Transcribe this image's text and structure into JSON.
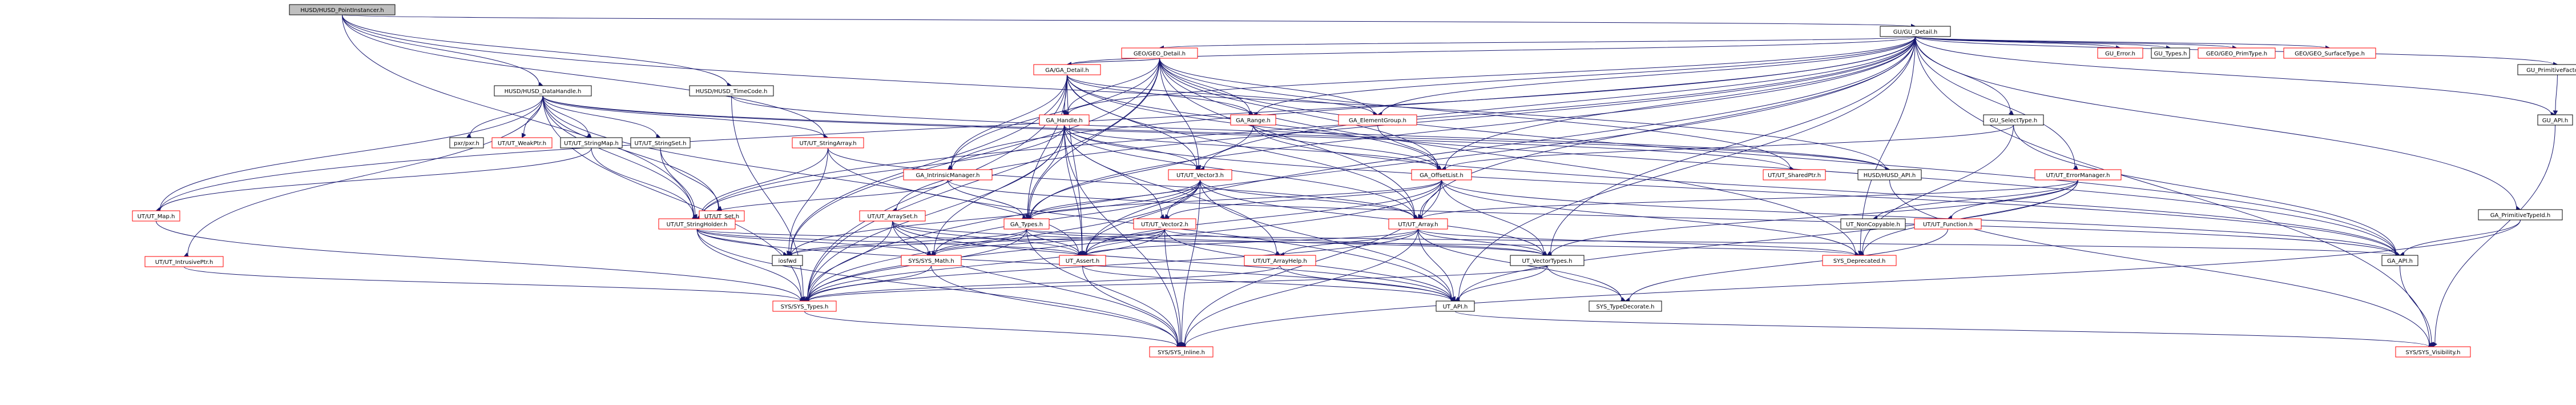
{
  "graph_title": "HUSD/HUSD_PointInstancer.h",
  "colors": {
    "edge": "#191970",
    "root_fill": "#bfbfbf",
    "node_fill": "#ffffff",
    "node_border": "#000000",
    "truncated_border": "#ff0000"
  },
  "nodes": [
    {
      "id": "n0",
      "label": "HUSD/HUSD_PointInstancer.h",
      "root": true
    },
    {
      "id": "n1",
      "label": "GU/GU_Detail.h"
    },
    {
      "id": "n2",
      "label": "HUSD/HUSD_DataHandle.h"
    },
    {
      "id": "n3",
      "label": "HUSD/HUSD_TimeCode.h"
    },
    {
      "id": "n4",
      "label": "GEO/GEO_Detail.h",
      "truncated": true
    },
    {
      "id": "n5",
      "label": "GU_Error.h",
      "truncated": true
    },
    {
      "id": "n6",
      "label": "GU_Types.h"
    },
    {
      "id": "n7",
      "label": "GEO/GEO_PrimType.h",
      "truncated": true
    },
    {
      "id": "n8",
      "label": "GEO/GEO_SurfaceType.h",
      "truncated": true
    },
    {
      "id": "n9",
      "label": "GU_PrimitiveFactory.h"
    },
    {
      "id": "n10",
      "label": "GU_API.h"
    },
    {
      "id": "n11",
      "label": "GA/GA_Detail.h",
      "truncated": true
    },
    {
      "id": "n12",
      "label": "GU_SelectType.h"
    },
    {
      "id": "n13",
      "label": "GA_ElementGroup.h",
      "truncated": true
    },
    {
      "id": "n14",
      "label": "GA_Range.h",
      "truncated": true
    },
    {
      "id": "n15",
      "label": "GA_Handle.h",
      "truncated": true
    },
    {
      "id": "n16",
      "label": "GA_IntrinsicManager.h",
      "truncated": true
    },
    {
      "id": "n17",
      "label": "UT/UT_Vector3.h",
      "truncated": true
    },
    {
      "id": "n18",
      "label": "GA_OffsetList.h",
      "truncated": true
    },
    {
      "id": "n19",
      "label": "UT/UT_SharedPtr.h",
      "truncated": true
    },
    {
      "id": "n20",
      "label": "HUSD/HUSD_API.h"
    },
    {
      "id": "n21",
      "label": "UT/UT_ErrorManager.h",
      "truncated": true
    },
    {
      "id": "n22",
      "label": "GA_PrimitiveTypeId.h"
    },
    {
      "id": "n23",
      "label": "UT/UT_ArraySet.h",
      "truncated": true
    },
    {
      "id": "n24",
      "label": "UT/UT_StringArray.h",
      "truncated": true
    },
    {
      "id": "n25",
      "label": "pxr/pxr.h"
    },
    {
      "id": "n26",
      "label": "UT/UT_WeakPtr.h",
      "truncated": true
    },
    {
      "id": "n27",
      "label": "UT/UT_StringMap.h"
    },
    {
      "id": "n28",
      "label": "UT/UT_StringSet.h"
    },
    {
      "id": "n29",
      "label": "UT/UT_Map.h",
      "truncated": true
    },
    {
      "id": "n30",
      "label": "UT/UT_Set.h",
      "truncated": true
    },
    {
      "id": "n31",
      "label": "UT/UT_StringHolder.h",
      "truncated": true
    },
    {
      "id": "n32",
      "label": "GA_Types.h",
      "truncated": true
    },
    {
      "id": "n33",
      "label": "UT/UT_Vector2.h",
      "truncated": true
    },
    {
      "id": "n34",
      "label": "UT/UT_Array.h",
      "truncated": true
    },
    {
      "id": "n35",
      "label": "UT_NonCopyable.h"
    },
    {
      "id": "n36",
      "label": "UT/UT_Function.h",
      "truncated": true
    },
    {
      "id": "n37",
      "label": "UT/UT_IntrusivePtr.h",
      "truncated": true
    },
    {
      "id": "n38",
      "label": "iosfwd"
    },
    {
      "id": "n39",
      "label": "SYS/SYS_Math.h",
      "truncated": true
    },
    {
      "id": "n40",
      "label": "UT_Assert.h",
      "truncated": true
    },
    {
      "id": "n41",
      "label": "UT/UT_ArrayHelp.h",
      "truncated": true
    },
    {
      "id": "n42",
      "label": "UT_VectorTypes.h"
    },
    {
      "id": "n43",
      "label": "SYS_Deprecated.h",
      "truncated": true
    },
    {
      "id": "n44",
      "label": "GA_API.h"
    },
    {
      "id": "n45",
      "label": "SYS/SYS_Types.h",
      "truncated": true
    },
    {
      "id": "n46",
      "label": "UT_API.h"
    },
    {
      "id": "n47",
      "label": "SYS_TypeDecorate.h"
    },
    {
      "id": "n48",
      "label": "SYS/SYS_Inline.h",
      "truncated": true
    },
    {
      "id": "n49",
      "label": "SYS/SYS_Visibility.h",
      "truncated": true
    }
  ],
  "edges": [
    [
      "n0",
      "n1"
    ],
    [
      "n0",
      "n2"
    ],
    [
      "n0",
      "n3"
    ],
    [
      "n0",
      "n20"
    ],
    [
      "n0",
      "n24"
    ],
    [
      "n0",
      "n31"
    ],
    [
      "n1",
      "n4"
    ],
    [
      "n1",
      "n5"
    ],
    [
      "n1",
      "n6"
    ],
    [
      "n1",
      "n7"
    ],
    [
      "n1",
      "n8"
    ],
    [
      "n1",
      "n9"
    ],
    [
      "n1",
      "n10"
    ],
    [
      "n1",
      "n11"
    ],
    [
      "n1",
      "n12"
    ],
    [
      "n1",
      "n13"
    ],
    [
      "n1",
      "n14"
    ],
    [
      "n1",
      "n15"
    ],
    [
      "n1",
      "n16"
    ],
    [
      "n1",
      "n17"
    ],
    [
      "n1",
      "n18"
    ],
    [
      "n1",
      "n21"
    ],
    [
      "n1",
      "n22"
    ],
    [
      "n1",
      "n23"
    ],
    [
      "n1",
      "n29"
    ],
    [
      "n1",
      "n31"
    ],
    [
      "n1",
      "n32"
    ],
    [
      "n1",
      "n34"
    ],
    [
      "n1",
      "n40"
    ],
    [
      "n1",
      "n42"
    ],
    [
      "n1",
      "n43"
    ],
    [
      "n1",
      "n45"
    ],
    [
      "n1",
      "n46"
    ],
    [
      "n1",
      "n49"
    ],
    [
      "n4",
      "n11"
    ],
    [
      "n4",
      "n13"
    ],
    [
      "n4",
      "n14"
    ],
    [
      "n4",
      "n15"
    ],
    [
      "n4",
      "n16"
    ],
    [
      "n4",
      "n17"
    ],
    [
      "n4",
      "n18"
    ],
    [
      "n4",
      "n19"
    ],
    [
      "n4",
      "n32"
    ],
    [
      "n4",
      "n34"
    ],
    [
      "n4",
      "n38"
    ],
    [
      "n4",
      "n43"
    ],
    [
      "n4",
      "n44"
    ],
    [
      "n4",
      "n45"
    ],
    [
      "n9",
      "n10"
    ],
    [
      "n10",
      "n49"
    ],
    [
      "n11",
      "n13"
    ],
    [
      "n11",
      "n14"
    ],
    [
      "n11",
      "n15"
    ],
    [
      "n11",
      "n16"
    ],
    [
      "n11",
      "n17"
    ],
    [
      "n11",
      "n18"
    ],
    [
      "n11",
      "n32"
    ],
    [
      "n11",
      "n34"
    ],
    [
      "n11",
      "n38"
    ],
    [
      "n11",
      "n40"
    ],
    [
      "n11",
      "n44"
    ],
    [
      "n11",
      "n45"
    ],
    [
      "n12",
      "n18"
    ],
    [
      "n12",
      "n43"
    ],
    [
      "n12",
      "n44"
    ],
    [
      "n13",
      "n18"
    ],
    [
      "n14",
      "n18"
    ],
    [
      "n14",
      "n32"
    ],
    [
      "n14",
      "n44"
    ],
    [
      "n15",
      "n17"
    ],
    [
      "n15",
      "n18"
    ],
    [
      "n15",
      "n31"
    ],
    [
      "n15",
      "n32"
    ],
    [
      "n15",
      "n33"
    ],
    [
      "n15",
      "n34"
    ],
    [
      "n15",
      "n39"
    ],
    [
      "n15",
      "n40"
    ],
    [
      "n15",
      "n41"
    ],
    [
      "n15",
      "n44"
    ],
    [
      "n15",
      "n45"
    ],
    [
      "n15",
      "n48"
    ],
    [
      "n16",
      "n31"
    ],
    [
      "n16",
      "n32"
    ],
    [
      "n16",
      "n44"
    ],
    [
      "n17",
      "n32"
    ],
    [
      "n17",
      "n33"
    ],
    [
      "n17",
      "n34"
    ],
    [
      "n17",
      "n38"
    ],
    [
      "n17",
      "n39"
    ],
    [
      "n17",
      "n40"
    ],
    [
      "n17",
      "n42"
    ],
    [
      "n17",
      "n45"
    ],
    [
      "n17",
      "n46"
    ],
    [
      "n17",
      "n48"
    ],
    [
      "n18",
      "n32"
    ],
    [
      "n18",
      "n33"
    ],
    [
      "n18",
      "n34"
    ],
    [
      "n18",
      "n40"
    ],
    [
      "n18",
      "n42"
    ],
    [
      "n18",
      "n43"
    ],
    [
      "n18",
      "n44"
    ],
    [
      "n18",
      "n45"
    ],
    [
      "n18",
      "n48"
    ],
    [
      "n20",
      "n49"
    ],
    [
      "n21",
      "n34"
    ],
    [
      "n21",
      "n35"
    ],
    [
      "n21",
      "n36"
    ],
    [
      "n21",
      "n42"
    ],
    [
      "n21",
      "n43"
    ],
    [
      "n21",
      "n46"
    ],
    [
      "n22",
      "n44"
    ],
    [
      "n22",
      "n48"
    ],
    [
      "n23",
      "n39"
    ],
    [
      "n23",
      "n40"
    ],
    [
      "n23",
      "n41"
    ],
    [
      "n23",
      "n45"
    ],
    [
      "n23",
      "n46"
    ],
    [
      "n23",
      "n48"
    ],
    [
      "n24",
      "n31"
    ],
    [
      "n24",
      "n34"
    ],
    [
      "n24",
      "n38"
    ],
    [
      "n24",
      "n46"
    ],
    [
      "n2",
      "n25"
    ],
    [
      "n2",
      "n26"
    ],
    [
      "n2",
      "n27"
    ],
    [
      "n2",
      "n28"
    ],
    [
      "n2",
      "n31"
    ],
    [
      "n2",
      "n19"
    ],
    [
      "n2",
      "n24"
    ],
    [
      "n2",
      "n20"
    ],
    [
      "n2",
      "n37"
    ],
    [
      "n2",
      "n29"
    ],
    [
      "n2",
      "n30"
    ],
    [
      "n2",
      "n40"
    ],
    [
      "n2",
      "n45"
    ],
    [
      "n3",
      "n20"
    ],
    [
      "n3",
      "n45"
    ],
    [
      "n27",
      "n29"
    ],
    [
      "n27",
      "n31"
    ],
    [
      "n28",
      "n30"
    ],
    [
      "n28",
      "n31"
    ],
    [
      "n29",
      "n45"
    ],
    [
      "n37",
      "n45"
    ],
    [
      "n31",
      "n38"
    ],
    [
      "n31",
      "n39"
    ],
    [
      "n31",
      "n40"
    ],
    [
      "n31",
      "n43"
    ],
    [
      "n31",
      "n45"
    ],
    [
      "n31",
      "n46"
    ],
    [
      "n31",
      "n48"
    ],
    [
      "n32",
      "n38"
    ],
    [
      "n32",
      "n39"
    ],
    [
      "n32",
      "n40"
    ],
    [
      "n32",
      "n42"
    ],
    [
      "n32",
      "n44"
    ],
    [
      "n32",
      "n45"
    ],
    [
      "n32",
      "n48"
    ],
    [
      "n33",
      "n38"
    ],
    [
      "n33",
      "n39"
    ],
    [
      "n33",
      "n40"
    ],
    [
      "n33",
      "n42"
    ],
    [
      "n33",
      "n45"
    ],
    [
      "n33",
      "n46"
    ],
    [
      "n33",
      "n48"
    ],
    [
      "n34",
      "n40"
    ],
    [
      "n34",
      "n41"
    ],
    [
      "n34",
      "n42"
    ],
    [
      "n34",
      "n43"
    ],
    [
      "n34",
      "n45"
    ],
    [
      "n34",
      "n46"
    ],
    [
      "n34",
      "n47"
    ],
    [
      "n34",
      "n48"
    ],
    [
      "n36",
      "n47"
    ],
    [
      "n39",
      "n45"
    ],
    [
      "n39",
      "n48"
    ],
    [
      "n40",
      "n46"
    ],
    [
      "n40",
      "n48"
    ],
    [
      "n41",
      "n45"
    ],
    [
      "n41",
      "n46"
    ],
    [
      "n42",
      "n45"
    ],
    [
      "n42",
      "n46"
    ],
    [
      "n42",
      "n47"
    ],
    [
      "n44",
      "n49"
    ],
    [
      "n45",
      "n48"
    ],
    [
      "n46",
      "n49"
    ]
  ]
}
